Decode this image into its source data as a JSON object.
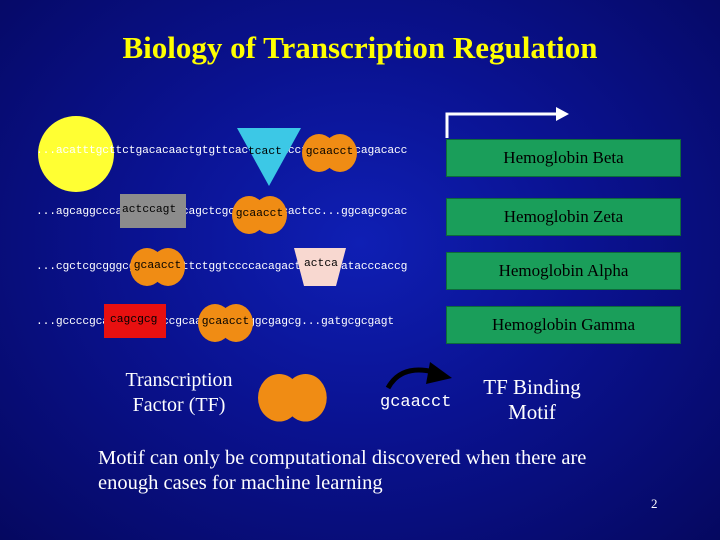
{
  "title": "Biology of Transcription Regulation",
  "rows": [
    {
      "sequence": "...acatttgcttctgacacaactgtgttcactagcaacctca...aacagacacc",
      "gene": "Hemoglobin Beta",
      "tf_label": "gcaacct",
      "extra_label": "tcact"
    },
    {
      "sequence": "...agcaggcccaactccagtgcagctcgcaacctcccactcc...ggcagcgcac",
      "gene": "Hemoglobin Zeta",
      "tf_label": "gcaacct",
      "extra_label": "actccagt"
    },
    {
      "sequence": "...cgctcgcgggcgcaacctcttctggtccccacagactca...gatacccaccg",
      "gene": "Hemoglobin Alpha",
      "tf_label": "gcaacct",
      "extra_label": "actca"
    },
    {
      "sequence": "...gccccgcagcgcgctaccgcaacctcccgggcgagcg...gatgcgcgagt",
      "gene": "Hemoglobin Gamma",
      "tf_label": "gcaacct",
      "extra_label": "cagcgcg"
    }
  ],
  "legend": {
    "tf_caption": "Transcription Factor (TF)",
    "motif_sequence": "gcaacct",
    "motif_caption": "TF Binding Motif"
  },
  "footer_text": "Motif can only be computational discovered when there are enough cases for machine learning",
  "page_number": "2",
  "colors": {
    "background": "#0a1290",
    "title": "#ffff00",
    "gene_box": "#1a9e5a",
    "tf_blob": "#f08c14",
    "yellow_circle": "#ffff33",
    "cyan_triangle": "#3cc8e6",
    "gray_box": "#8c8c8c",
    "pink_trapezoid": "#f8d8d0",
    "red_box": "#e81010"
  }
}
